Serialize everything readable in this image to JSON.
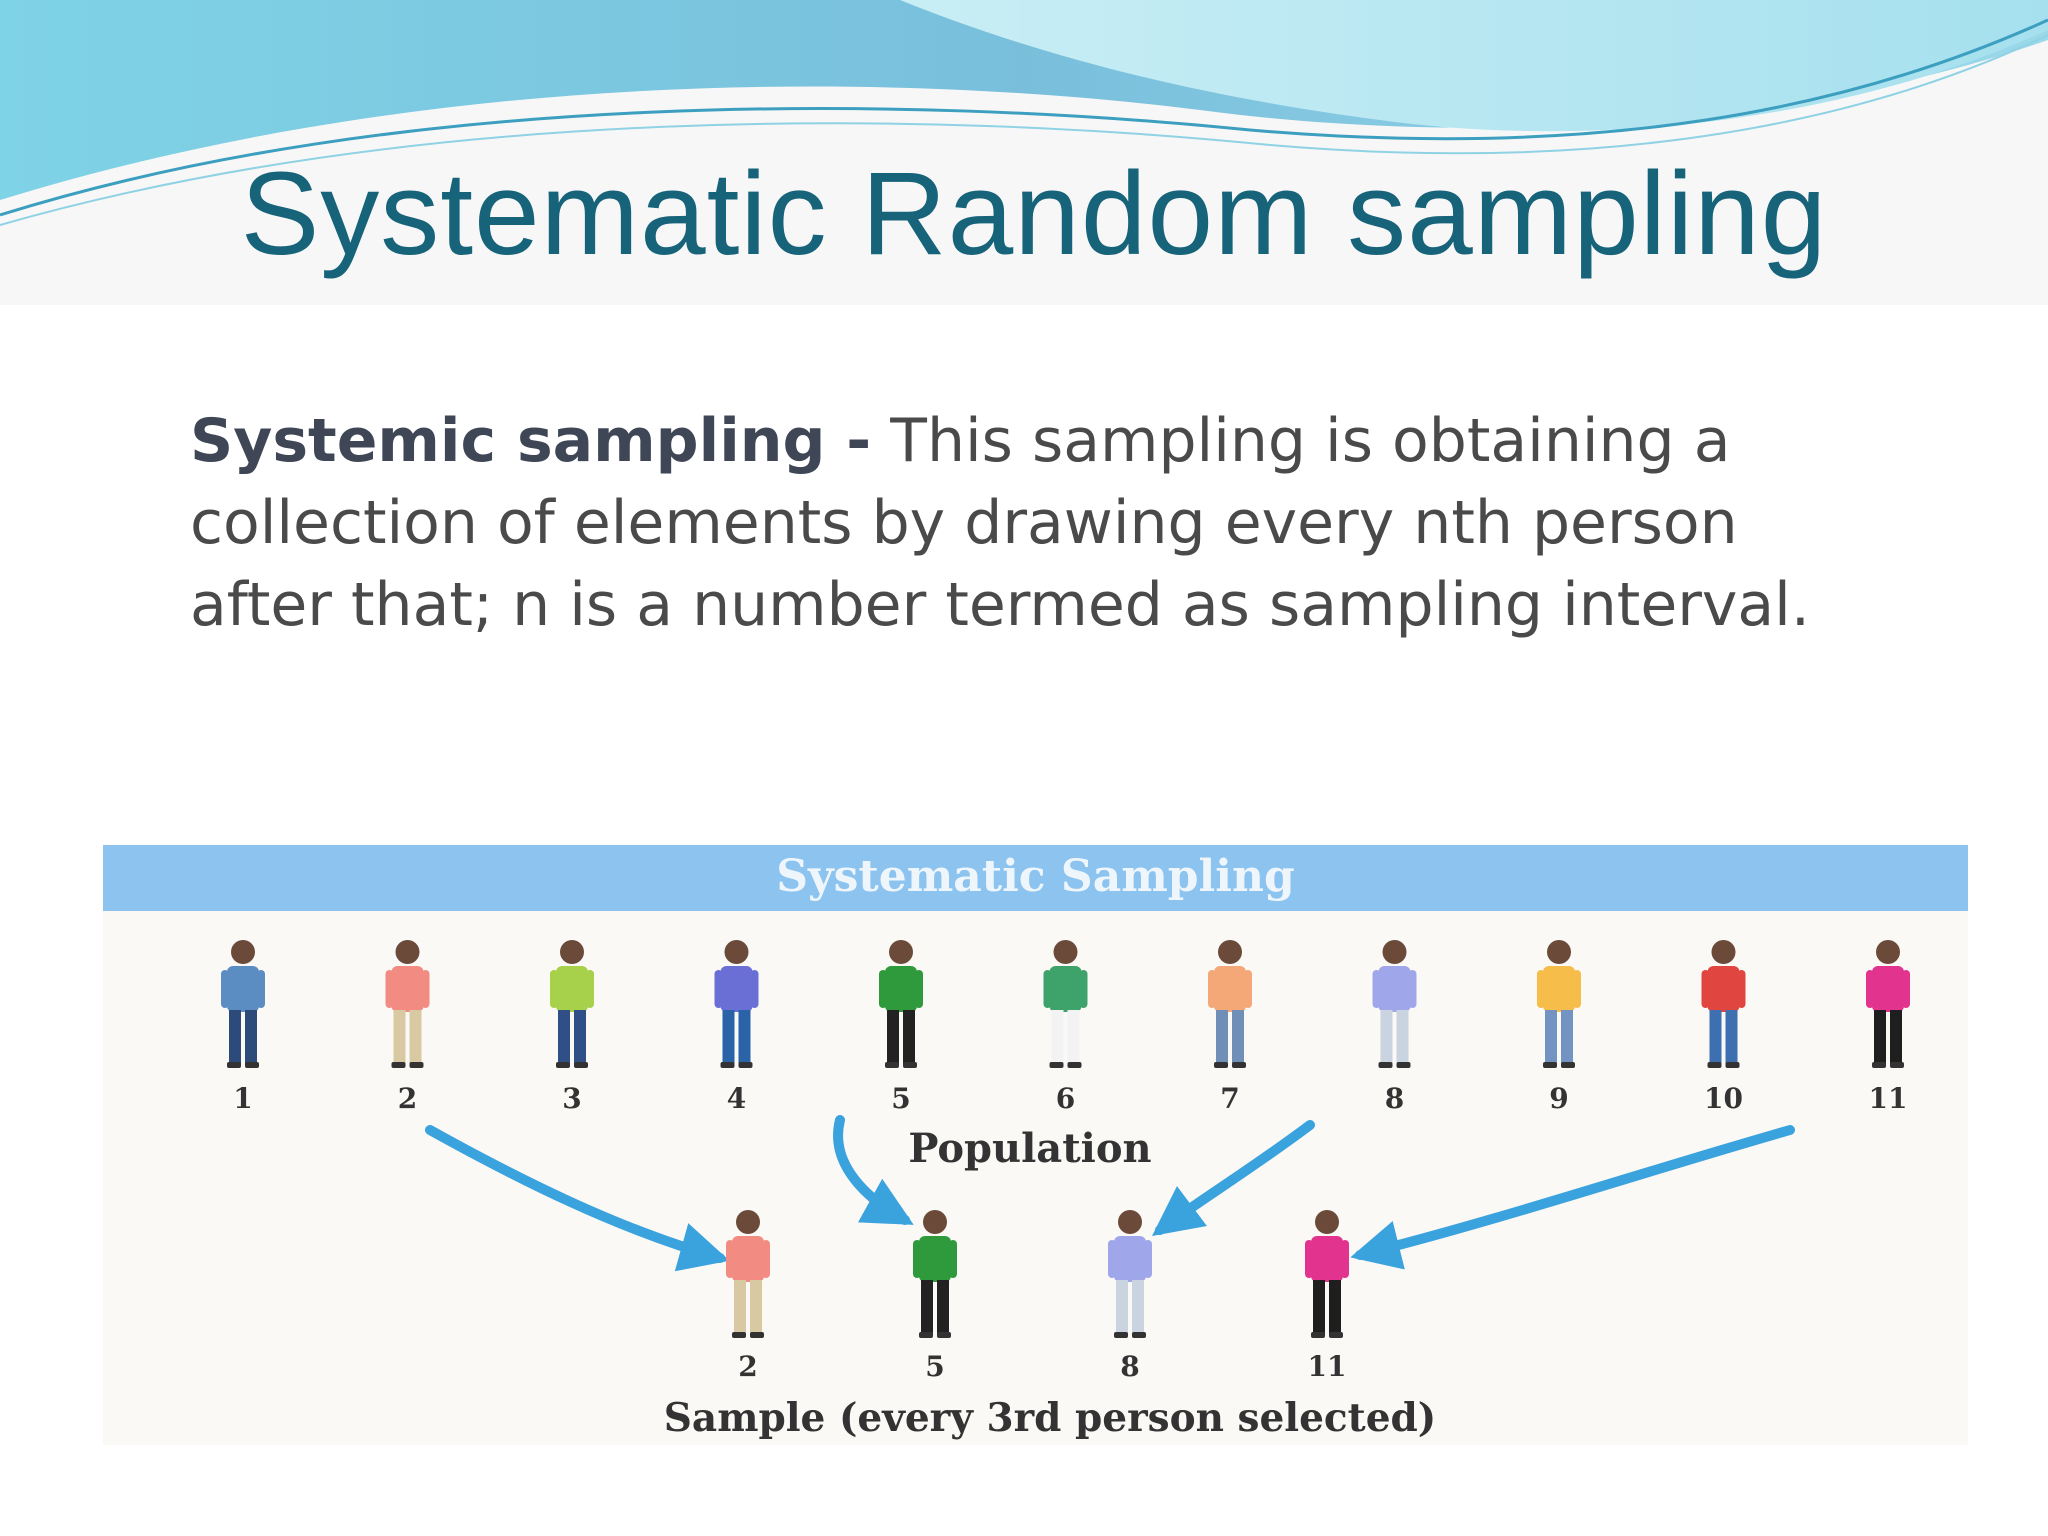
{
  "slide": {
    "title": "Systematic Random sampling",
    "definition": {
      "term": "Systemic sampling -",
      "text": " This sampling is obtaining a collection of elements by drawing every nth person after that; n is a number termed as sampling interval."
    }
  },
  "figure": {
    "title": "Systematic Sampling",
    "population_label": "Population",
    "sample_label": "Sample (every 3rd person selected)",
    "population": [
      {
        "number": "1",
        "shirt": "#5b8cc2",
        "pants": "#2c4a7a"
      },
      {
        "number": "2",
        "shirt": "#f28c82",
        "pants": "#d8c9a2"
      },
      {
        "number": "3",
        "shirt": "#a7d04b",
        "pants": "#2f4f86"
      },
      {
        "number": "4",
        "shirt": "#6a6fd6",
        "pants": "#2a63a8"
      },
      {
        "number": "5",
        "shirt": "#2f9a3c",
        "pants": "#222222"
      },
      {
        "number": "6",
        "shirt": "#3ea36a",
        "pants": "#f3f3f3"
      },
      {
        "number": "7",
        "shirt": "#f4a878",
        "pants": "#6f8fb6"
      },
      {
        "number": "8",
        "shirt": "#9fa6ea",
        "pants": "#c9d4e0"
      },
      {
        "number": "9",
        "shirt": "#f7bd4a",
        "pants": "#7394c2"
      },
      {
        "number": "10",
        "shirt": "#e0453f",
        "pants": "#3e6fb0"
      },
      {
        "number": "11",
        "shirt": "#e2338f",
        "pants": "#1e1e1e"
      }
    ],
    "sample": [
      {
        "number": "2",
        "shirt": "#f28c82",
        "pants": "#d8c9a2"
      },
      {
        "number": "5",
        "shirt": "#2f9a3c",
        "pants": "#222222"
      },
      {
        "number": "8",
        "shirt": "#9fa6ea",
        "pants": "#c9d4e0"
      },
      {
        "number": "11",
        "shirt": "#e2338f",
        "pants": "#1e1e1e"
      }
    ],
    "arrow_color": "#3aa3de"
  },
  "colors": {
    "title": "#17637a",
    "banner": "#8cc3ef",
    "wave_dark": "#6fc6e2",
    "wave_light": "#b6e7f3"
  }
}
